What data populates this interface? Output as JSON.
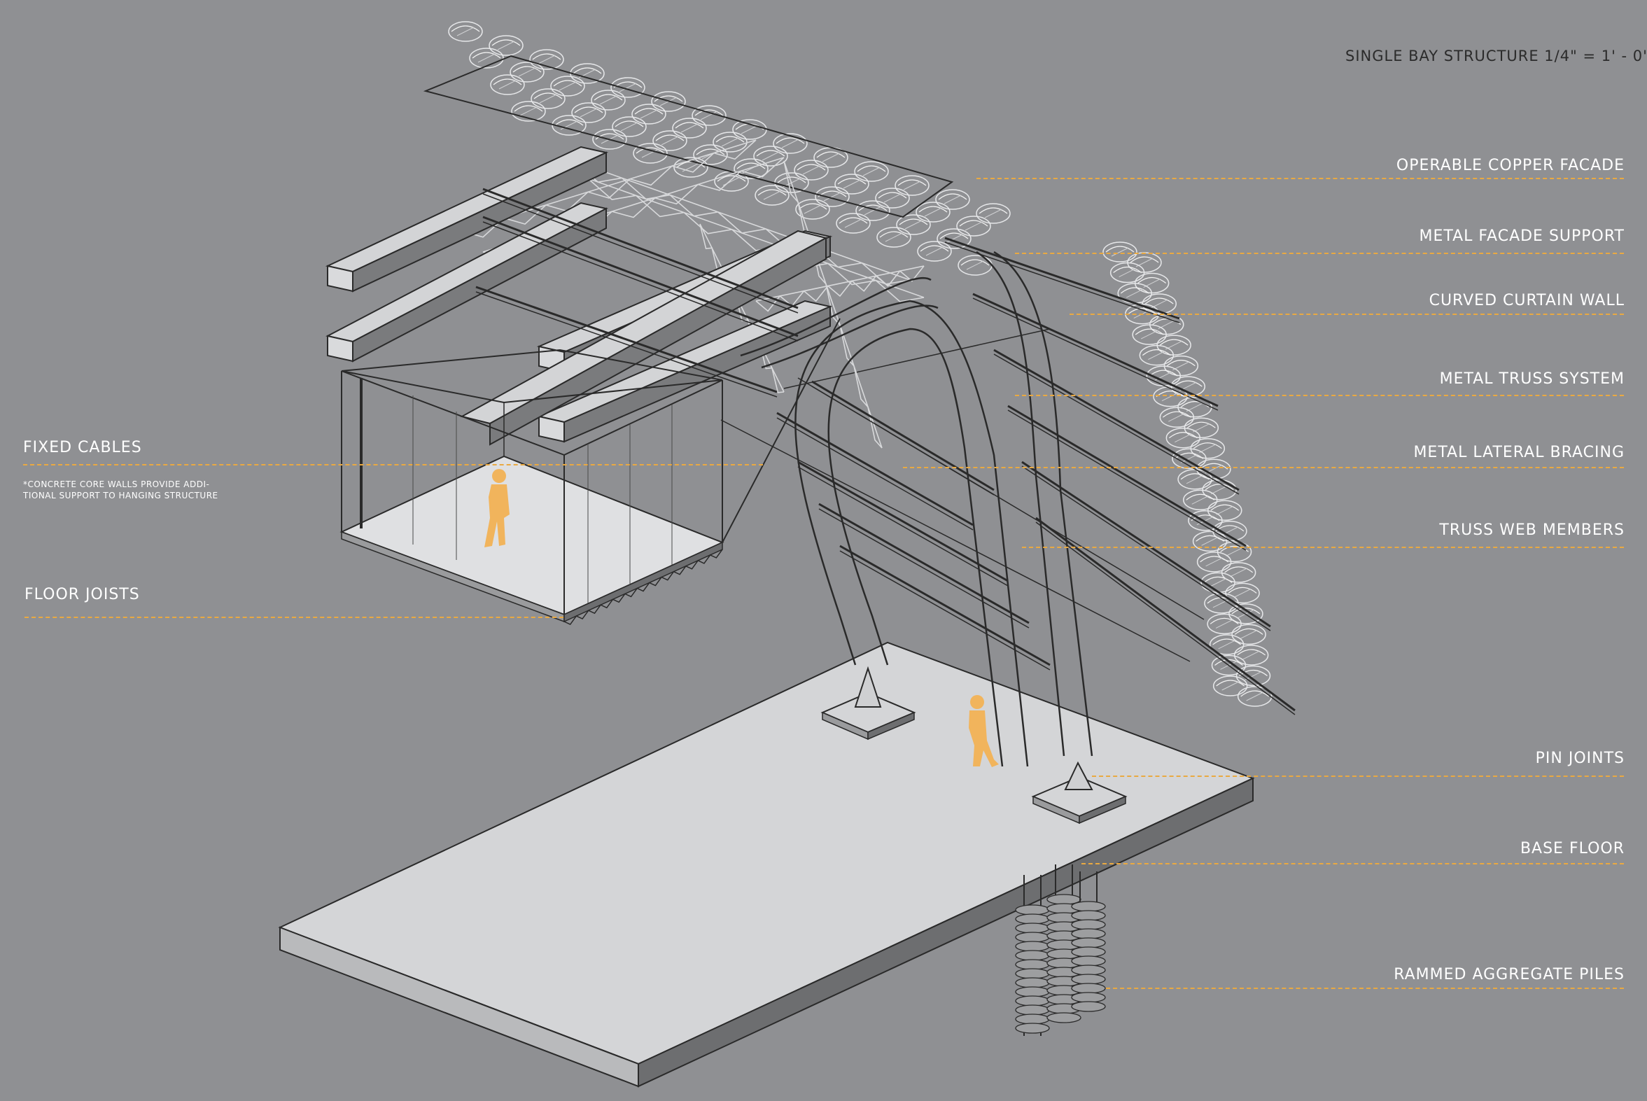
{
  "title": "SINGLE BAY STRUCTURE  1/4\" = 1' - 0\"",
  "colors": {
    "background": "#8f9093",
    "leader": "#e9a942",
    "figure": "#f1b45c",
    "line": "#2a2a2a",
    "slab": "#d7d8da"
  },
  "labels_right": [
    {
      "id": "operable-copper-facade",
      "text": "OPERABLE COPPER FACADE"
    },
    {
      "id": "metal-facade-support",
      "text": "METAL FACADE SUPPORT"
    },
    {
      "id": "curved-curtain-wall",
      "text": "CURVED CURTAIN WALL"
    },
    {
      "id": "metal-truss-system",
      "text": "METAL TRUSS SYSTEM"
    },
    {
      "id": "metal-lateral-bracing",
      "text": "METAL LATERAL BRACING"
    },
    {
      "id": "truss-web-members",
      "text": "TRUSS WEB MEMBERS"
    },
    {
      "id": "pin-joints",
      "text": "PIN JOINTS"
    },
    {
      "id": "base-floor",
      "text": "BASE FLOOR"
    },
    {
      "id": "rammed-aggregate-piles",
      "text": "RAMMED AGGREGATE PILES"
    }
  ],
  "labels_left": [
    {
      "id": "fixed-cables",
      "text": "FIXED CABLES"
    },
    {
      "id": "floor-joists",
      "text": "FLOOR JOISTS"
    }
  ],
  "note": "*CONCRETE CORE WALLS PROVIDE ADDI-\nTIONAL SUPPORT TO HANGING STRUCTURE"
}
